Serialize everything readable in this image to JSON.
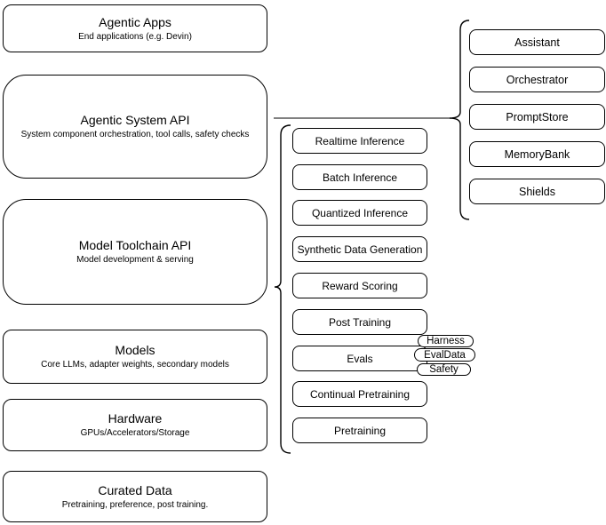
{
  "diagram": {
    "stack_layers": [
      {
        "title": "Agentic Apps",
        "subtitle": "End applications (e.g. Devin)"
      },
      {
        "title": "Agentic System API",
        "subtitle": "System component orchestration, tool calls, safety checks"
      },
      {
        "title": "Model Toolchain API",
        "subtitle": "Model development & serving"
      },
      {
        "title": "Models",
        "subtitle": "Core LLMs, adapter weights, secondary models"
      },
      {
        "title": "Hardware",
        "subtitle": "GPUs/Accelerators/Storage"
      },
      {
        "title": "Curated Data",
        "subtitle": "Pretraining, preference, post training."
      }
    ],
    "toolchain_items": [
      "Realtime Inference",
      "Batch Inference",
      "Quantized Inference",
      "Synthetic Data Generation",
      "Reward Scoring",
      "Post Training",
      "Evals",
      "Continual Pretraining",
      "Pretraining"
    ],
    "eval_tags": [
      "Harness",
      "EvalData",
      "Safety"
    ],
    "system_components": [
      "Assistant",
      "Orchestrator",
      "PromptStore",
      "MemoryBank",
      "Shields"
    ],
    "colors": {
      "stroke": "#000000",
      "connector": "#808080",
      "background": "#ffffff"
    }
  }
}
